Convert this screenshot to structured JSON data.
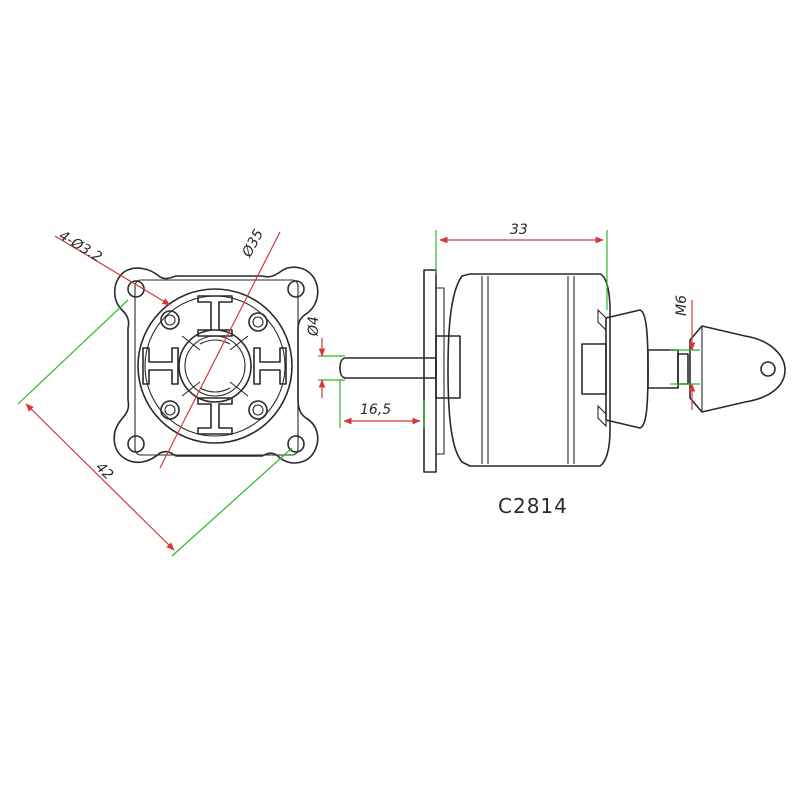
{
  "drawing": {
    "model_label": "C2814",
    "dimensions": {
      "hole_spec": "4-Ø3.2",
      "bolt_circle": "Ø35",
      "shaft_diameter": "Ø4",
      "mount_span": "42",
      "shaft_length": "16,5",
      "body_length": "33",
      "thread": "M6"
    }
  },
  "colors": {
    "outline": "#2a2a2a",
    "dimension_extension": "#2fb52f",
    "dimension_line": "#d43a3a"
  }
}
